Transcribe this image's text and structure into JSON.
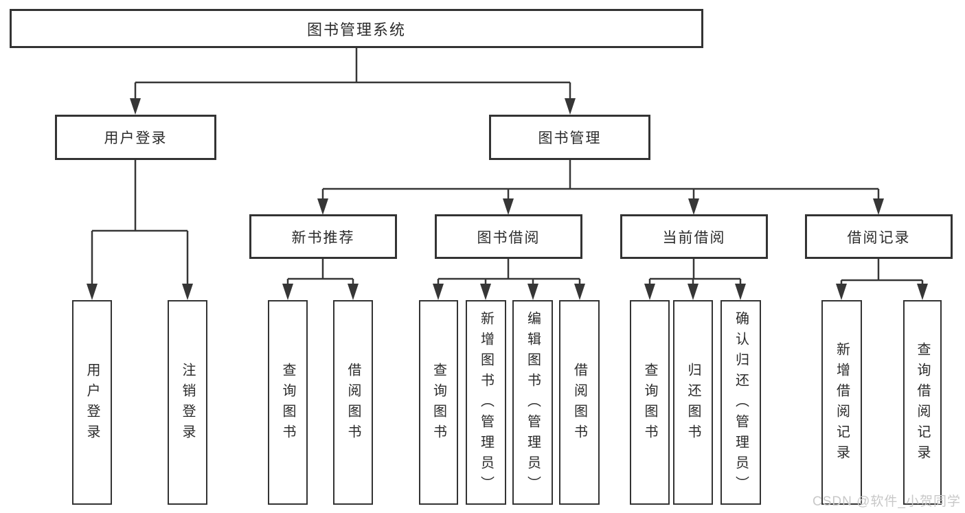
{
  "title": "图书管理系统",
  "nodes": {
    "root": {
      "label": "图书管理系统"
    },
    "level2": {
      "userLogin": {
        "label": "用户登录"
      },
      "bookMgmt": {
        "label": "图书管理"
      }
    },
    "level3": {
      "newBookRec": {
        "label": "新书推荐"
      },
      "bookBorrow": {
        "label": "图书借阅"
      },
      "currentBorrow": {
        "label": "当前借阅"
      },
      "borrowRecord": {
        "label": "借阅记录"
      }
    },
    "leaves": {
      "userLoginLeaf": {
        "label": "用户登录"
      },
      "logoutLeaf": {
        "label": "注销登录"
      },
      "recQueryBook": {
        "label": "查询图书"
      },
      "recBorrowBook": {
        "label": "借阅图书"
      },
      "bbQueryBook": {
        "label": "查询图书"
      },
      "bbAddBook": {
        "label": "新增图书（管理员）"
      },
      "bbEditBook": {
        "label": "编辑图书（管理员）"
      },
      "bbBorrowBook": {
        "label": "借阅图书"
      },
      "cbQueryBook": {
        "label": "查询图书"
      },
      "cbReturnBook": {
        "label": "归还图书"
      },
      "cbConfirmReturn": {
        "label": "确认归还（管理员）"
      },
      "brAddRecord": {
        "label": "新增借阅记录"
      },
      "brQueryRecord": {
        "label": "查询借阅记录"
      }
    }
  },
  "watermark": {
    "text": "CSDN @软件_小贺同学"
  },
  "colors": {
    "line": "#363636",
    "border": "#333333",
    "text": "#2b2b2b",
    "watermark": "#c8c8c8",
    "background": "#ffffff"
  }
}
